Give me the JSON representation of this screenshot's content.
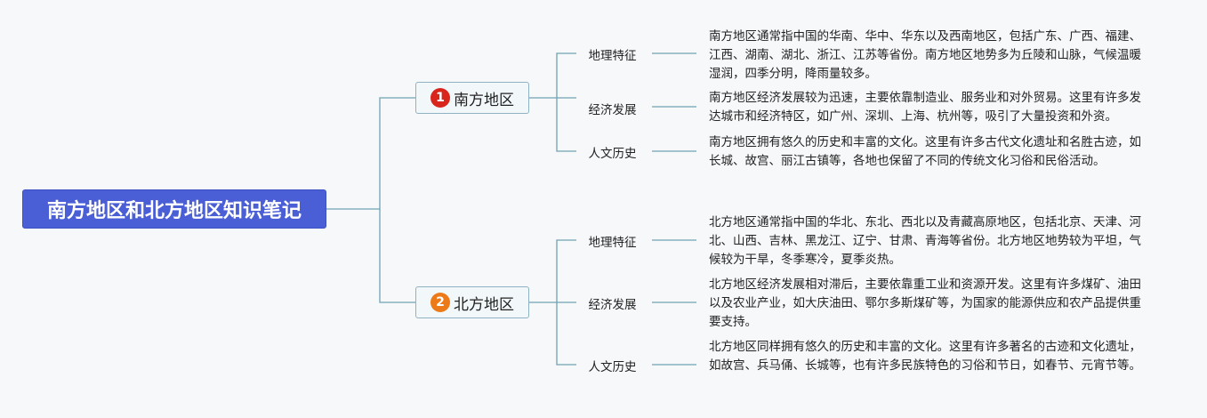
{
  "root": {
    "title": "南方地区和北方地区知识笔记"
  },
  "branches": [
    {
      "badge": "1",
      "label": "南方地区",
      "topics": [
        {
          "label": "地理特征",
          "text": "南方地区通常指中国的华南、华中、华东以及西南地区，包括广东、广西、福建、江西、湖南、湖北、浙江、江苏等省份。南方地区地势多为丘陵和山脉，气候温暖湿润，四季分明，降雨量较多。"
        },
        {
          "label": "经济发展",
          "text": "南方地区经济发展较为迅速，主要依靠制造业、服务业和对外贸易。这里有许多发达城市和经济特区，如广州、深圳、上海、杭州等，吸引了大量投资和外资。"
        },
        {
          "label": "人文历史",
          "text": "南方地区拥有悠久的历史和丰富的文化。这里有许多古代文化遗址和名胜古迹，如长城、故宫、丽江古镇等，各地也保留了不同的传统文化习俗和民俗活动。"
        }
      ]
    },
    {
      "badge": "2",
      "label": "北方地区",
      "topics": [
        {
          "label": "地理特征",
          "text": "北方地区通常指中国的华北、东北、西北以及青藏高原地区，包括北京、天津、河北、山西、吉林、黑龙江、辽宁、甘肃、青海等省份。北方地区地势较为平坦，气候较为干旱，冬季寒冷，夏季炎热。"
        },
        {
          "label": "经济发展",
          "text": "北方地区经济发展相对滞后，主要依靠重工业和资源开发。这里有许多煤矿、油田以及农业产业，如大庆油田、鄂尔多斯煤矿等，为国家的能源供应和农产品提供重要支持。"
        },
        {
          "label": "人文历史",
          "text": "北方地区同样拥有悠久的历史和丰富的文化。这里有许多著名的古迹和文化遗址，如故宫、兵马俑、长城等，也有许多民族特色的习俗和节日，如春节、元宵节等。"
        }
      ]
    }
  ],
  "colors": {
    "root": "#4a5fd6",
    "line": "#6fa3b3",
    "badge1": "#d9261c",
    "badge2": "#ec7a18"
  }
}
